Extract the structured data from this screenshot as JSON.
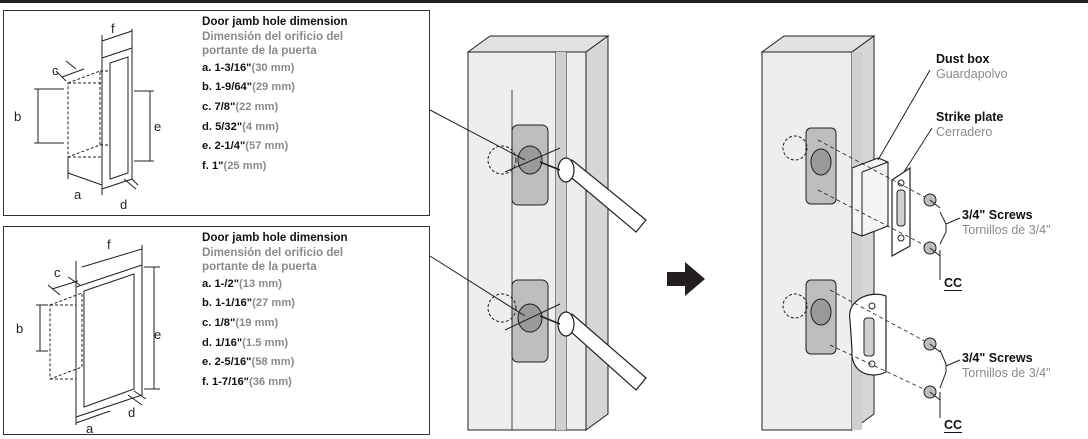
{
  "panels": [
    {
      "title": "Door jamb hole dimension",
      "subtitle_lines": [
        "Dimensión del orificio del",
        "portante de la puerta"
      ],
      "dims": [
        {
          "key": "a.",
          "imperial": "1-3/16\"",
          "metric": "(30 mm)"
        },
        {
          "key": "b.",
          "imperial": "1-9/64\"",
          "metric": "(29 mm)"
        },
        {
          "key": "c.",
          "imperial": "7/8\"",
          "metric": "(22 mm)"
        },
        {
          "key": "d.",
          "imperial": "5/32\"",
          "metric": "(4 mm)"
        },
        {
          "key": "e.",
          "imperial": "2-1/4\"",
          "metric": "(57 mm)"
        },
        {
          "key": "f.",
          "imperial": "1\"",
          "metric": "(25 mm)"
        }
      ],
      "letters": {
        "a": "a",
        "b": "b",
        "c": "c",
        "d": "d",
        "e": "e",
        "f": "f"
      }
    },
    {
      "title": "Door jamb hole dimension",
      "subtitle_lines": [
        "Dimensión del orificio del",
        "portante de la puerta"
      ],
      "dims": [
        {
          "key": "a.",
          "imperial": "1-/2\"",
          "metric": "(13 mm)"
        },
        {
          "key": "b.",
          "imperial": "1-1/16\"",
          "metric": "(27 mm)"
        },
        {
          "key": "c.",
          "imperial": "1/8\"",
          "metric": "(19 mm)"
        },
        {
          "key": "d.",
          "imperial": "1/16\"",
          "metric": "(1.5 mm)"
        },
        {
          "key": "e.",
          "imperial": "2-5/16\"",
          "metric": "(58 mm)"
        },
        {
          "key": "f.",
          "imperial": "1-7/16\"",
          "metric": "(36 mm)"
        }
      ],
      "letters": {
        "a": "a",
        "b": "b",
        "c": "c",
        "d": "d",
        "e": "e",
        "f": "f"
      }
    }
  ],
  "callouts": {
    "dust_box": {
      "en": "Dust box",
      "es": "Guardapolvo"
    },
    "strike_plate": {
      "en": "Strike plate",
      "es": "Cerradero"
    },
    "screws_upper": {
      "en": "3/4\" Screws",
      "es": "Tornillos de 3/4\""
    },
    "screws_lower": {
      "en": "3/4\" Screws",
      "es": "Tornillos de 3/4\""
    },
    "cc_upper": "CC",
    "cc_lower": "CC"
  },
  "colors": {
    "ink": "#231f20",
    "spanish_gray": "#8a8a8a",
    "jamb_face": "#eeeeee",
    "jamb_side": "#d6d6d6",
    "mortise": "#bdbdbd"
  },
  "icons": [
    "right-arrow-icon",
    "drill-icon",
    "screw-icon"
  ]
}
